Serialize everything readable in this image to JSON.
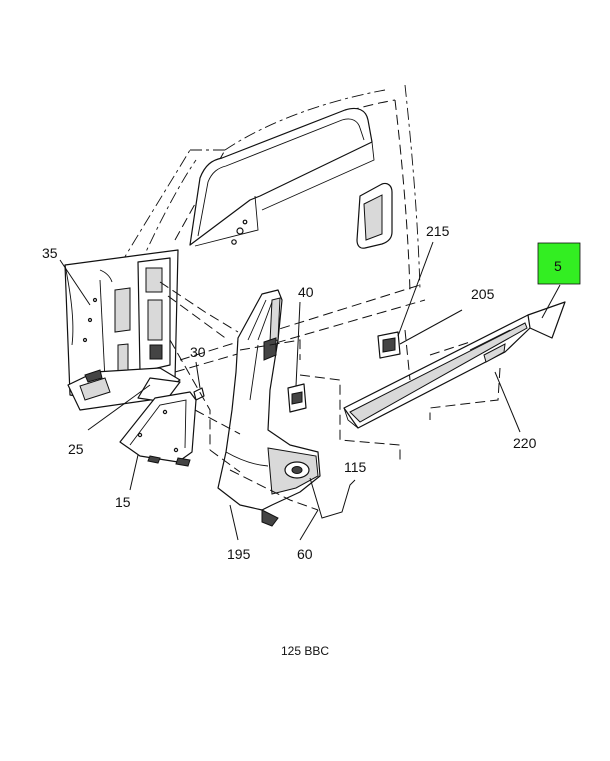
{
  "callouts": {
    "c35": "35",
    "c25": "25",
    "c15": "15",
    "c30": "30",
    "c40": "40",
    "c195": "195",
    "c60": "60",
    "c115": "115",
    "c215": "215",
    "c205": "205",
    "c5": "5",
    "c220": "220"
  },
  "highlight": {
    "callout": "5",
    "color": "#33ee22"
  },
  "drawing_code": "125 BBC"
}
